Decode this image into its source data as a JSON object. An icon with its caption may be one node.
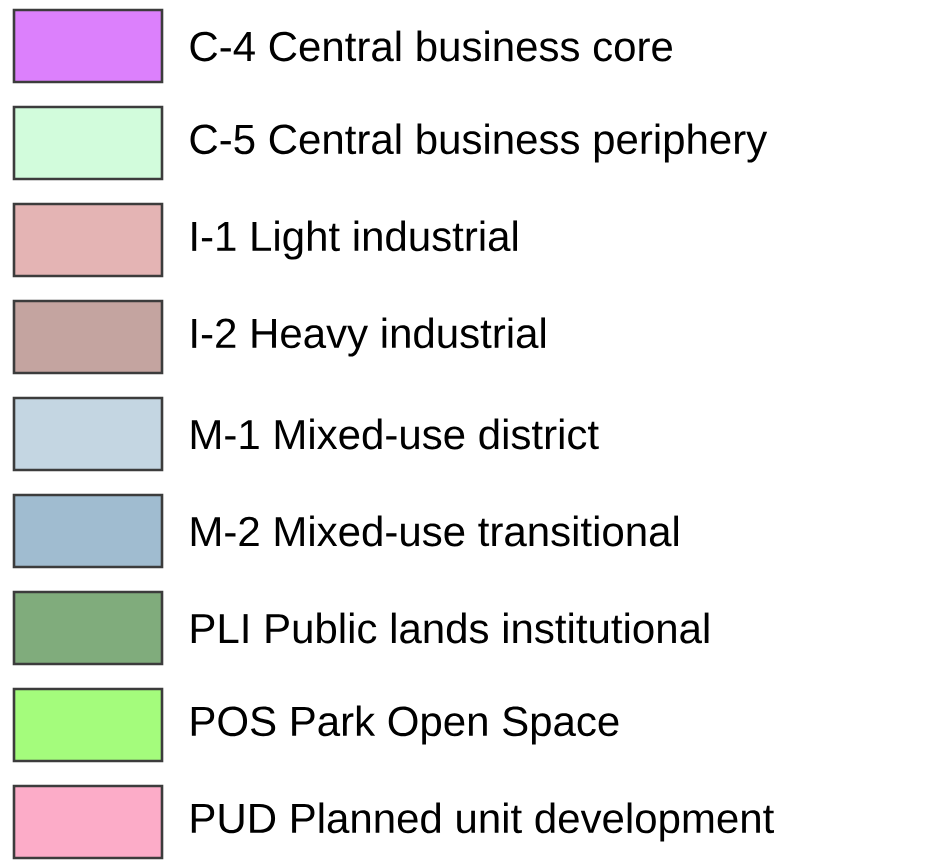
{
  "diagram": {
    "legend": [
      {
        "text": "C-4  Central business core",
        "color": "#dc80fc"
      },
      {
        "text": "C-5  Central business periphery",
        "color": "#d2fcdc"
      },
      {
        "text": "I-1  Light industrial",
        "color": "#e4b4b4"
      },
      {
        "text": "I-2  Heavy industrial",
        "color": "#c4a4a0"
      },
      {
        "text": "M-1  Mixed-use district",
        "color": "#c4d6e2"
      },
      {
        "text": "M-2  Mixed-use transitional",
        "color": "#a0bcd0"
      },
      {
        "text": "PLI  Public lands institutional",
        "color": "#80ac7c"
      },
      {
        "text": "POS Park Open Space",
        "color": "#a4fc7c"
      },
      {
        "text": "PUD  Planned unit development",
        "color": "#fcacc8"
      }
    ]
  }
}
